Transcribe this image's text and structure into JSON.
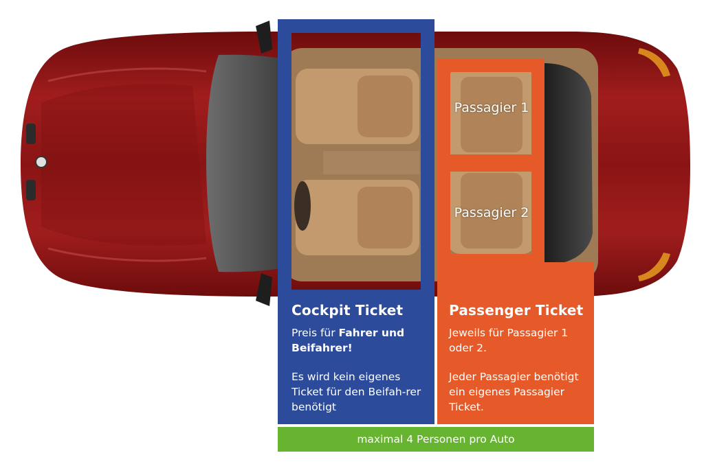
{
  "colors": {
    "cockpit": "#2c4b9a",
    "passenger": "#e65a29",
    "footer": "#67b430",
    "car_body": "#8e1515",
    "interior": "#b48a60"
  },
  "seats": {
    "passenger_1": "Passagier 1",
    "passenger_2": "Passagier 2"
  },
  "cockpit": {
    "title": "Cockpit Ticket",
    "line1_prefix": "Preis für ",
    "line1_bold": "Fahrer und Beifahrer!",
    "line2": "Es wird kein eigenes Ticket für den Beifah-rer benötigt"
  },
  "passenger": {
    "title": "Passenger Ticket",
    "line1": "Jeweils für Passagier 1 oder 2.",
    "line2": "Jeder Passagier benötigt ein eigenes Passagier Ticket."
  },
  "footer": {
    "text": "maximal 4 Personen pro Auto"
  }
}
